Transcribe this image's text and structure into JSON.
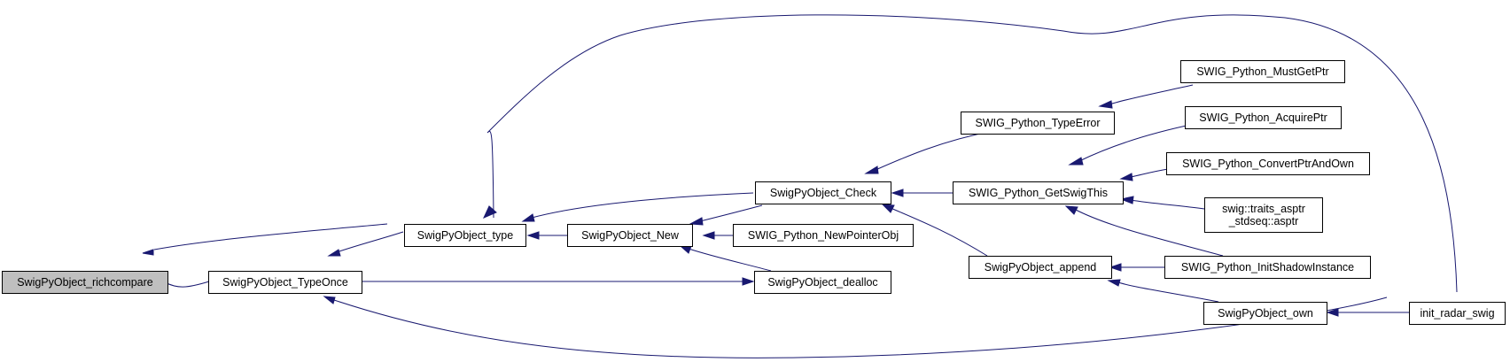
{
  "graph": {
    "nodes": {
      "richcompare": "SwigPyObject_richcompare",
      "type": "SwigPyObject_type",
      "typeonce": "SwigPyObject_TypeOnce",
      "new": "SwigPyObject_New",
      "check": "SwigPyObject_Check",
      "newpointerobj": "SWIG_Python_NewPointerObj",
      "dealloc": "SwigPyObject_dealloc",
      "typeerror": "SWIG_Python_TypeError",
      "getswigthis": "SWIG_Python_GetSwigThis",
      "append": "SwigPyObject_append",
      "mustgetptr": "SWIG_Python_MustGetPtr",
      "acquireptr": "SWIG_Python_AcquirePtr",
      "convertptrandown": "SWIG_Python_ConvertPtrAndOwn",
      "traits_asptr": "swig::traits_asptr\n_stdseq::asptr",
      "initshadowinstance": "SWIG_Python_InitShadowInstance",
      "own": "SwigPyObject_own",
      "init_radar_swig": "init_radar_swig"
    },
    "colors": {
      "edge": "#191970",
      "node_border": "#000000",
      "root_fill": "#bfbfbf",
      "node_fill": "#ffffff"
    }
  }
}
